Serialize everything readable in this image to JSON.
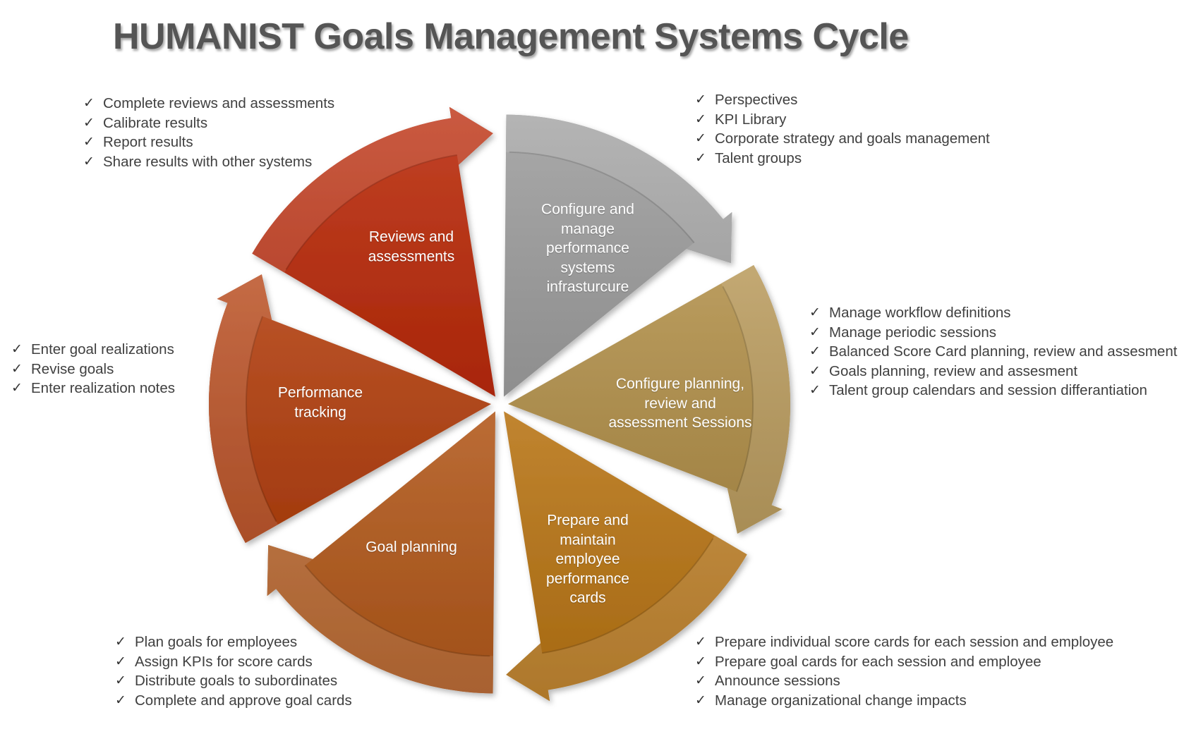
{
  "title": "HUMANIST Goals Management Systems Cycle",
  "segments": [
    {
      "label": "Configure and manage performance systems infrasturcure",
      "color": "#9e9e9e"
    },
    {
      "label": "Configure planning, review and assessment Sessions",
      "color": "#b2904a"
    },
    {
      "label": "Prepare and maintain employee performance cards",
      "color": "#b87414"
    },
    {
      "label": "Goal planning",
      "color": "#b2581a"
    },
    {
      "label": "Performance tracking",
      "color": "#b4400f"
    },
    {
      "label": "Reviews and assessments",
      "color": "#bb2a0a"
    }
  ],
  "lists": [
    {
      "items": [
        "Perspectives",
        "KPI Library",
        "Corporate strategy and goals management",
        "Talent groups"
      ]
    },
    {
      "items": [
        "Manage workflow definitions",
        "Manage periodic sessions",
        "Balanced Score Card planning, review and assesment",
        "Goals planning, review and assesment",
        "Talent group calendars and session differantiation"
      ]
    },
    {
      "items": [
        "Prepare individual score cards for each session and employee",
        "Prepare goal cards for each session and employee",
        "Announce sessions",
        "Manage organizational change impacts"
      ]
    },
    {
      "items": [
        "Plan goals for employees",
        "Assign KPIs for score cards",
        "Distribute goals to subordinates",
        "Complete and approve goal cards"
      ]
    },
    {
      "items": [
        "Enter goal realizations",
        "Revise goals",
        "Enter realization notes"
      ]
    },
    {
      "items": [
        "Complete reviews and assessments",
        "Calibrate results",
        "Report results",
        "Share results with other systems"
      ]
    }
  ],
  "check_icon": "check-mark-icon"
}
